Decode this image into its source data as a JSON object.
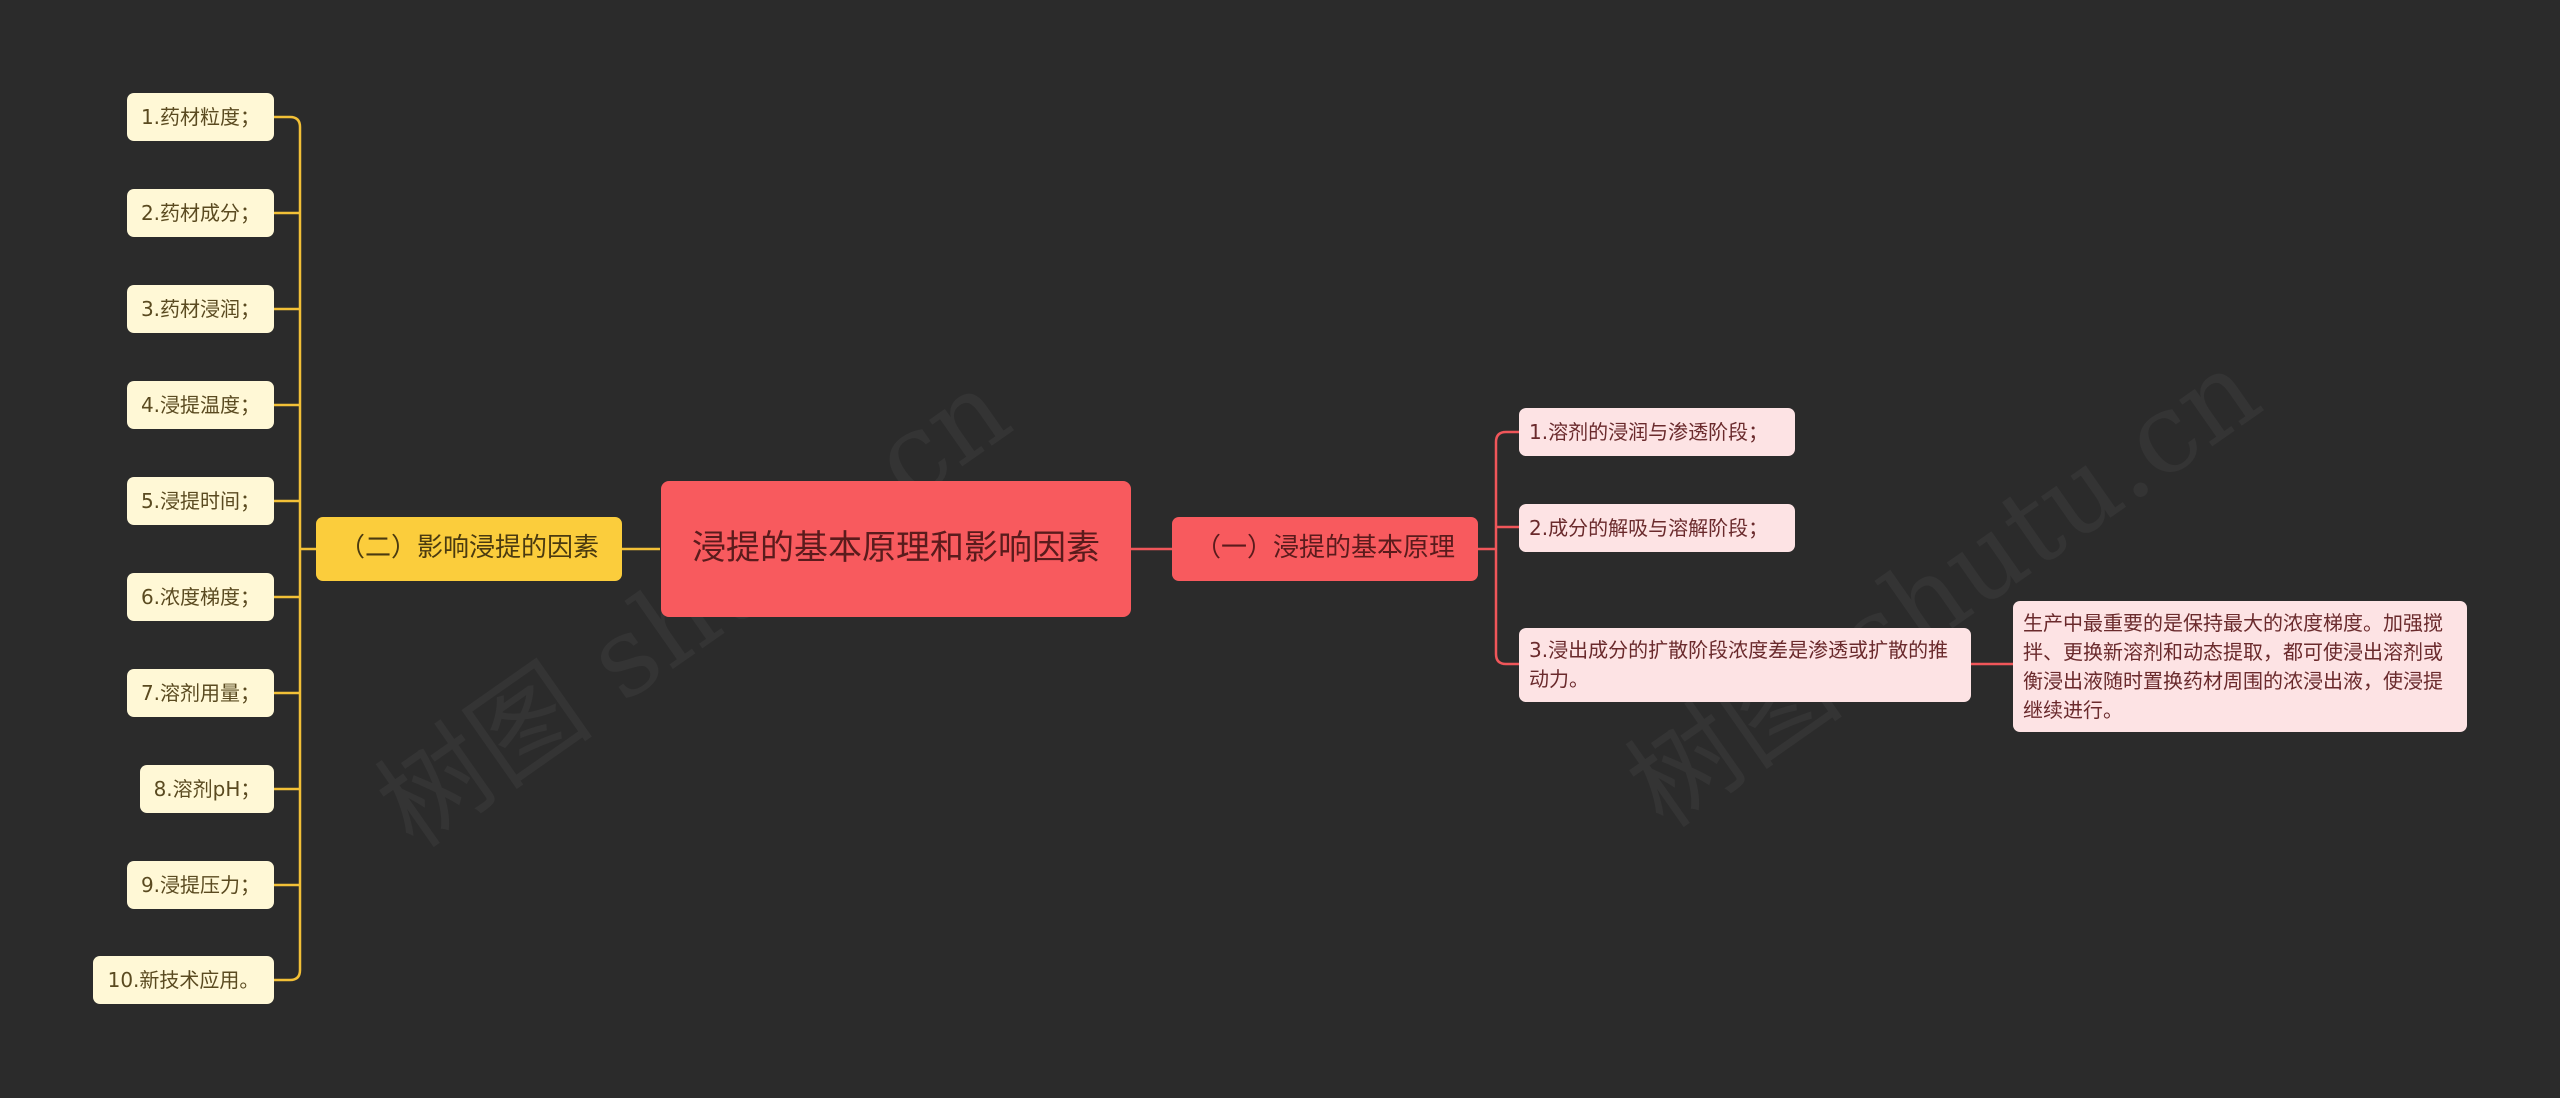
{
  "root": {
    "label": "浸提的基本原理和影响因素"
  },
  "left_branch": {
    "label": "（二）影响浸提的因素",
    "items": [
      "1.药材粒度；",
      "2.药材成分；",
      "3.药材浸润；",
      "4.浸提温度；",
      "5.浸提时间；",
      "6.浓度梯度；",
      "7.溶剂用量；",
      "8.溶剂pH；",
      "9.浸提压力；",
      "10.新技术应用。"
    ]
  },
  "right_branch": {
    "label": "（一）浸提的基本原理",
    "items": [
      "1.溶剂的浸润与渗透阶段；",
      "2.成分的解吸与溶解阶段；",
      "3.浸出成分的扩散阶段浓度差是渗透或扩散的推动力。"
    ],
    "detail": "生产中最重要的是保持最大的浓度梯度。加强搅拌、更换新溶剂和动态提取，都可使浸出溶剂或衡浸出液随时置换药材周围的浓浸出液，使浸提继续进行。"
  },
  "colors": {
    "background": "#2b2b2b",
    "root": "#f85a5e",
    "left_line": "#f2c037",
    "right_line": "#f0565a",
    "leaf_yellow": "#fff8d6",
    "leaf_pink": "#fde3e4"
  },
  "watermark": "树图 shutu.cn"
}
